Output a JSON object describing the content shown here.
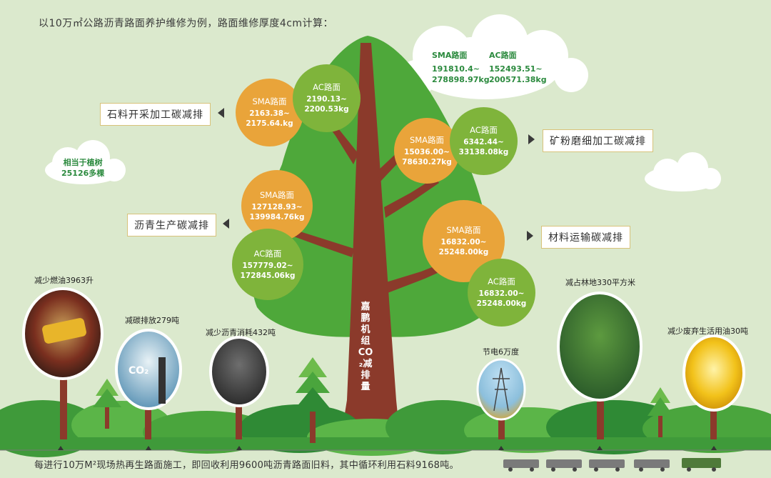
{
  "heading": "以10万㎡公路沥青路面养护维修为例，路面维修厚度4cm计算：",
  "footer": "每进行10万M²现场热再生路面施工，即回收利用9600吨沥青路面旧料，其中循环利用石料9168吨。",
  "trunk_label": "嘉鹏机组CO₂减排量",
  "left_cloud": {
    "line1": "相当于植树",
    "line2": "25126多棵"
  },
  "top_cloud": {
    "sma_title": "SMA路面",
    "sma_value1": "191810.4~",
    "sma_value2": "278898.97kg",
    "ac_title": "AC路面",
    "ac_value1": "152493.51~",
    "ac_value2": "200571.38kg"
  },
  "labels": {
    "stone": "石料开采加工碳减排",
    "powder": "矿粉磨细加工碳减排",
    "asphalt": "沥青生产碳减排",
    "transport": "材料运输碳减排"
  },
  "circles": {
    "stone_sma": {
      "title": "SMA路面",
      "v1": "2163.38~",
      "v2": "2175.64.kg"
    },
    "stone_ac": {
      "title": "AC路面",
      "v1": "2190.13~",
      "v2": "2200.53kg"
    },
    "powder_sma": {
      "title": "SMA路面",
      "v1": "15036.00~",
      "v2": "78630.27kg"
    },
    "powder_ac": {
      "title": "AC路面",
      "v1": "6342.44~",
      "v2": "33138.08kg"
    },
    "asphalt_sma": {
      "title": "SMA路面",
      "v1": "127128.93~",
      "v2": "139984.76kg"
    },
    "asphalt_ac": {
      "title": "AC路面",
      "v1": "157779.02~",
      "v2": "172845.06kg"
    },
    "transport_sma": {
      "title": "SMA路面",
      "v1": "16832.00~",
      "v2": "25248.00kg"
    },
    "transport_ac": {
      "title": "AC路面",
      "v1": "16832.00~",
      "v2": "25248.00kg"
    }
  },
  "annotations": {
    "fuel": "减少燃油3963升",
    "carbon": "减碳排放279吨",
    "asphalt_use": "减少沥青消耗432吨",
    "power": "节电6万度",
    "forest": "减占林地330平方米",
    "oil": "减少废弃生活用油30吨"
  },
  "colors": {
    "orange": "#e9a43a",
    "green": "#7fb43b",
    "tree": "#4ea83a",
    "trunk": "#8b3a2b",
    "background": "#dbe9cd"
  }
}
